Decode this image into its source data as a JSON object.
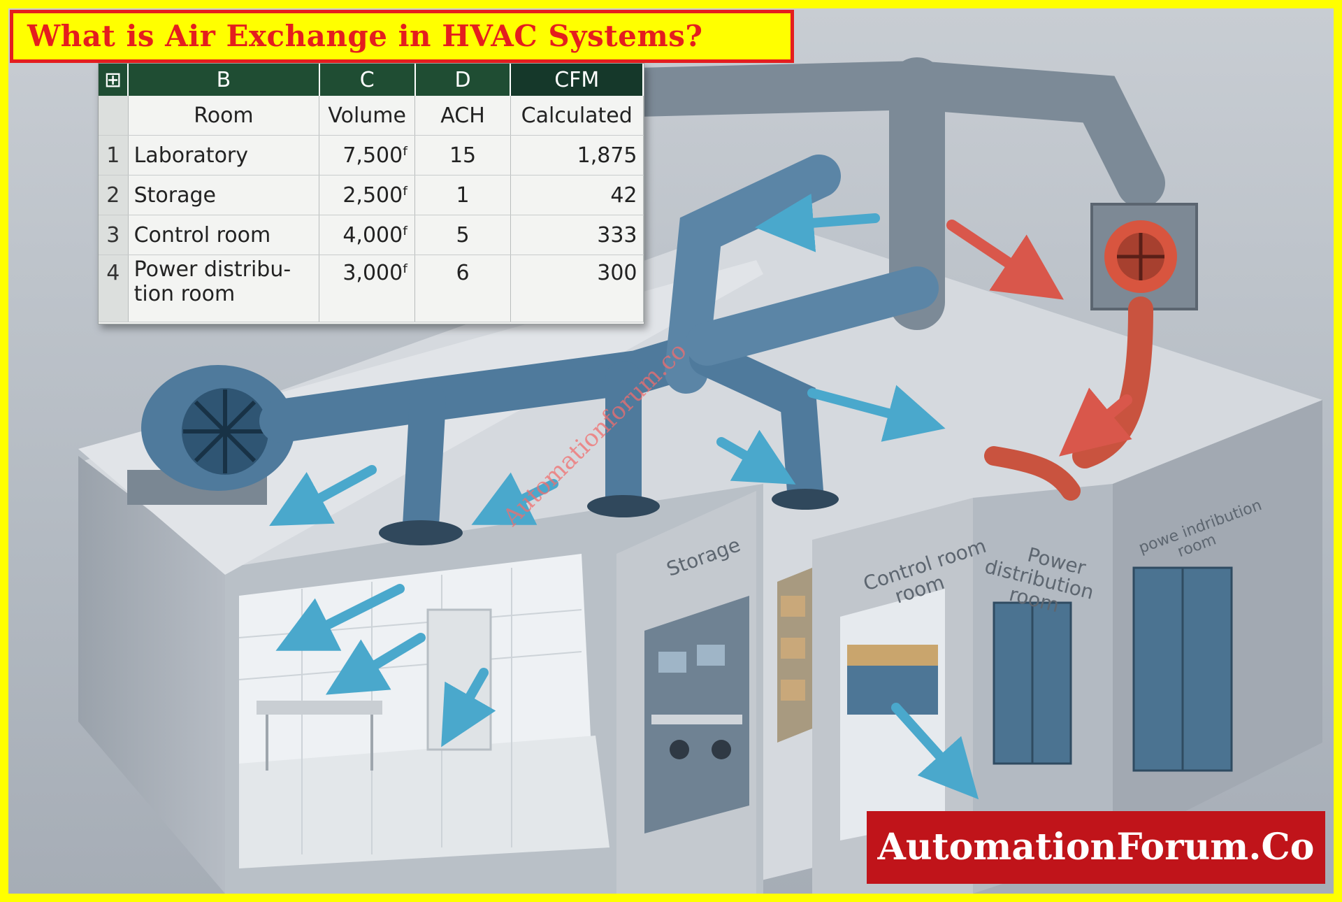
{
  "title": "What is Air Exchange in HVAC Systems?",
  "brand": "AutomationForum.Co",
  "watermark": "Automationforum.co",
  "spreadsheet": {
    "corner_icon": "grid-icon",
    "column_letters": [
      "B",
      "C",
      "D",
      "CFM"
    ],
    "headers": [
      "Room",
      "Volume",
      "ACH",
      "Calculated"
    ],
    "rows": [
      {
        "num": "1",
        "room": "Laboratory",
        "volume": "7,500ᶠ",
        "ach": "15",
        "cfm": "1,875"
      },
      {
        "num": "2",
        "room": "Storage",
        "volume": "2,500ᶠ",
        "ach": "1",
        "cfm": "42"
      },
      {
        "num": "3",
        "room": "Control room",
        "volume": "4,000ᶠ",
        "ach": "5",
        "cfm": "333"
      },
      {
        "num": "4",
        "room": "Power distribu-\ntion room",
        "volume": "3,000ᶠ",
        "ach": "6",
        "cfm": "300"
      }
    ]
  },
  "room_labels": {
    "storage": "Storage",
    "control_room": "Control room\nroom",
    "power_distribution": "Power\ndistribution\nroom",
    "powe_indribution": "powe indribution\nroom"
  },
  "colors": {
    "border": "#ffff00",
    "title_text": "#e41e1e",
    "sheet_header": "#1f4d33",
    "duct": "#4f7a9c",
    "supply_arrow": "#4aa8cc",
    "exhaust_arrow": "#d9574b",
    "brand_bg": "#c0141a"
  }
}
